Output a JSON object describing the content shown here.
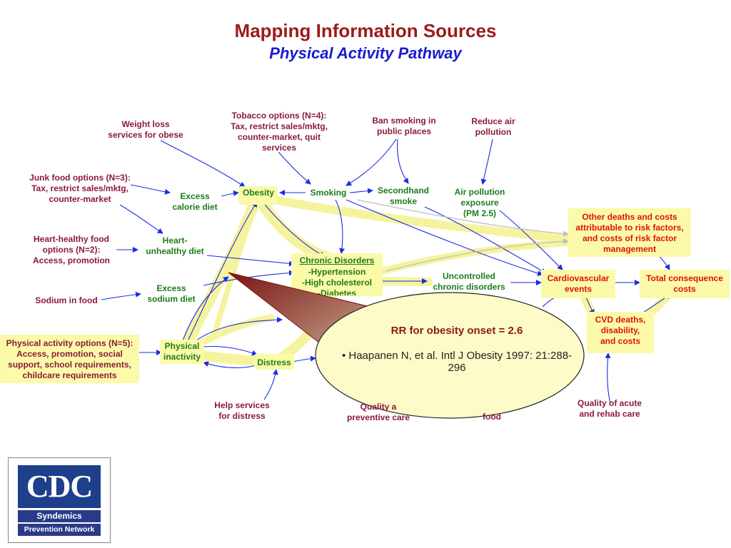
{
  "title": {
    "main": "Mapping Information Sources",
    "sub": "Physical Activity Pathway"
  },
  "nodes": {
    "weight_loss": "Weight loss\nservices for obese",
    "tobacco_options": "Tobacco options (N=4):\nTax, restrict sales/mktg,\ncounter-market, quit\nservices",
    "ban_smoking": "Ban smoking in\npublic places",
    "reduce_air": "Reduce air\npollution",
    "junk_food": "Junk food options (N=3):\nTax, restrict sales/mktg,\ncounter-market",
    "excess_calorie": "Excess\ncalorie diet",
    "obesity": "Obesity",
    "smoking": "Smoking",
    "secondhand": "Secondhand\nsmoke",
    "air_exposure": "Air pollution\nexposure\n(PM 2.5)",
    "other_deaths": "Other deaths and costs\nattributable to risk factors,\nand costs of risk factor\nmanagement",
    "heart_healthy": "Heart-healthy food\noptions (N=2):\nAccess, promotion",
    "heart_unhealthy": "Heart-\nunhealthy diet",
    "chronic_title": "Chronic Disorders",
    "chronic_items": "-Hypertension\n-High cholesterol\n-Diabetes",
    "uncontrolled": "Uncontrolled\nchronic disorders",
    "cardio": "Cardiovascular\nevents",
    "total_cost": "Total consequence\ncosts",
    "sodium_food": "Sodium in food",
    "excess_sodium": "Excess\nsodium diet",
    "cvd_deaths": "CVD deaths,\ndisability,\nand costs",
    "pa_options": "Physical activity options (N=5):\nAccess, promotion, social\nsupport, school requirements,\nchildcare requirements",
    "phys_inactivity": "Physical\ninactivity",
    "distress": "Distress",
    "help_services": "Help services\nfor distress",
    "quality_preventive": "Quality a\npreventive care",
    "food_frag": "food",
    "quality_acute": "Quality of acute\nand rehab care"
  },
  "popup": {
    "heading": "RR for obesity onset = 2.6",
    "reference": "• Haapanen N, et al. Intl J Obesity 1997: 21:288-296"
  },
  "logo": {
    "mark": "CDC",
    "line1": "Syndemics",
    "line2": "Prevention Network"
  },
  "colors": {
    "title": "#9c1a1a",
    "subtitle": "#1a1ad0",
    "policy_text": "#8b1a3a",
    "state_text": "#1c7d1c",
    "outcome_text": "#e01010",
    "highlight": "#fbfaa8",
    "pathway": "#f6f39a",
    "arrow": "#1a2ee0",
    "popup_fill": "#fdfbc8",
    "callout": "#7a1515"
  }
}
